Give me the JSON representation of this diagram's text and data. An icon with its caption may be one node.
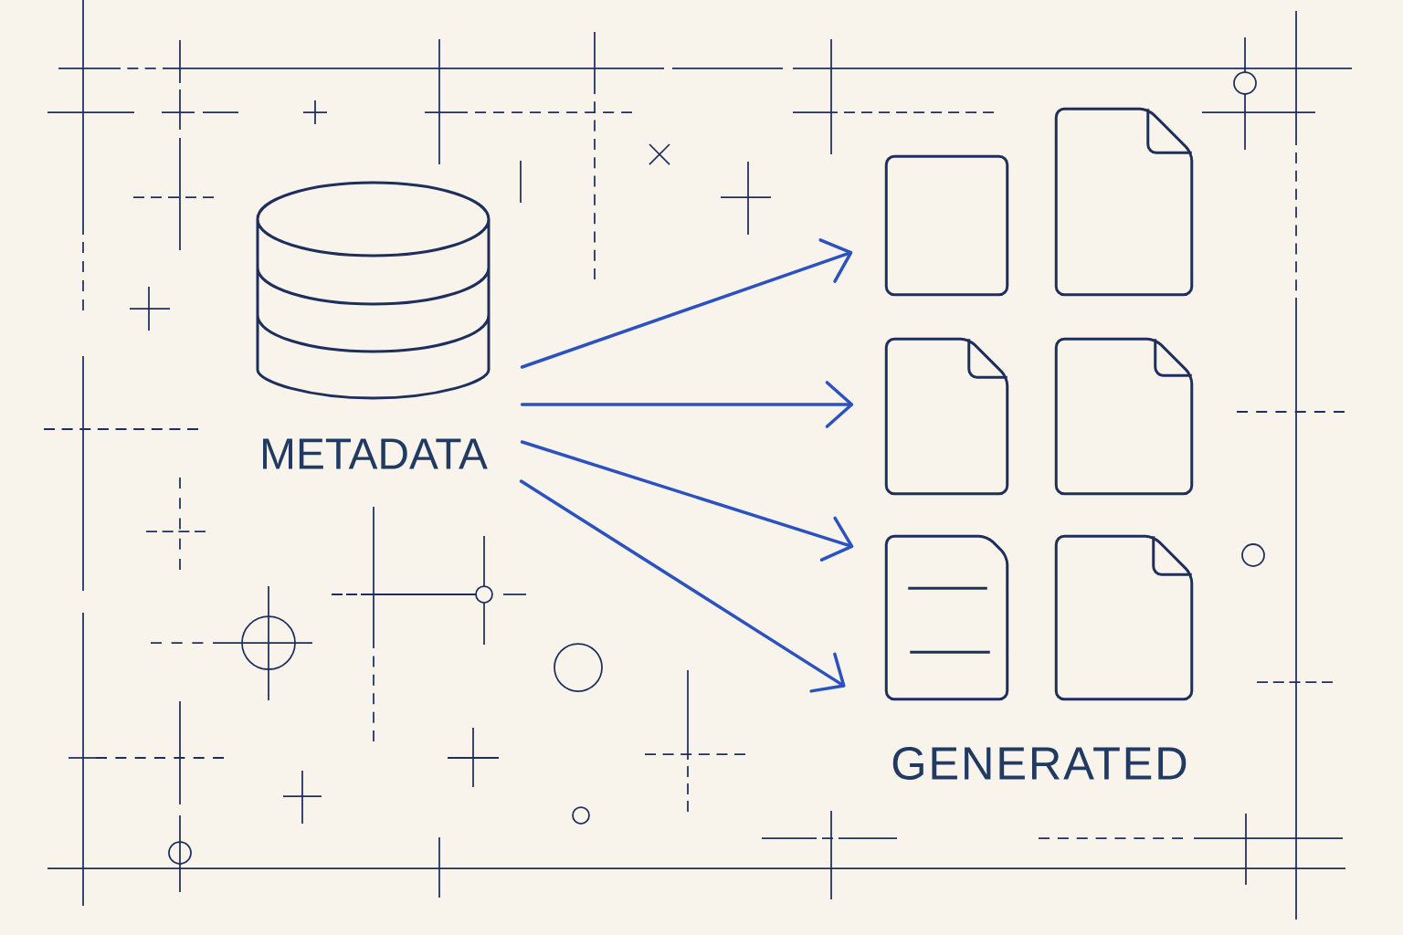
{
  "diagram": {
    "nodes": [
      {
        "text": [
          "METADATA"
        ]
      },
      {
        "text": [],
        "shape": "box"
      },
      {
        "text": [],
        "shape": "document"
      },
      {
        "text": [],
        "shape": "document"
      },
      {
        "text": [],
        "shape": "document"
      },
      {
        "text": [],
        "shape": "document"
      },
      {
        "text": [],
        "shape": "document"
      }
    ],
    "edges": [
      {
        "from": 0,
        "to": 1,
        "arrow": "to"
      },
      {
        "from": 0,
        "to": 3,
        "arrow": "to"
      },
      {
        "from": 0,
        "to": 5,
        "arrow": "to"
      },
      {
        "from": 0,
        "to": 5,
        "arrow": "to"
      }
    ],
    "labels": [
      "GENERATED"
    ]
  }
}
